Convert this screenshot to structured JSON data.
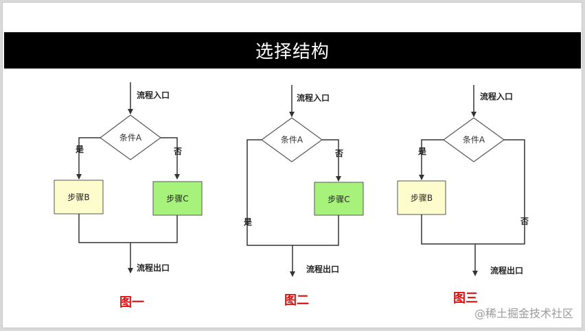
{
  "title": "选择结构",
  "labels": {
    "entry": "流程入口",
    "exit": "流程出口",
    "condition": "条件A",
    "yes": "是",
    "no": "否",
    "step_b": "步骤B",
    "step_c": "步骤C"
  },
  "figures": [
    "图一",
    "图二",
    "图三"
  ],
  "watermark": "@稀土掘金技术社区",
  "colors": {
    "title_bar": "#000000",
    "step_b_fill": "#fdfccc",
    "step_c_fill": "#a6f27a",
    "figure_label": "#e01010"
  }
}
